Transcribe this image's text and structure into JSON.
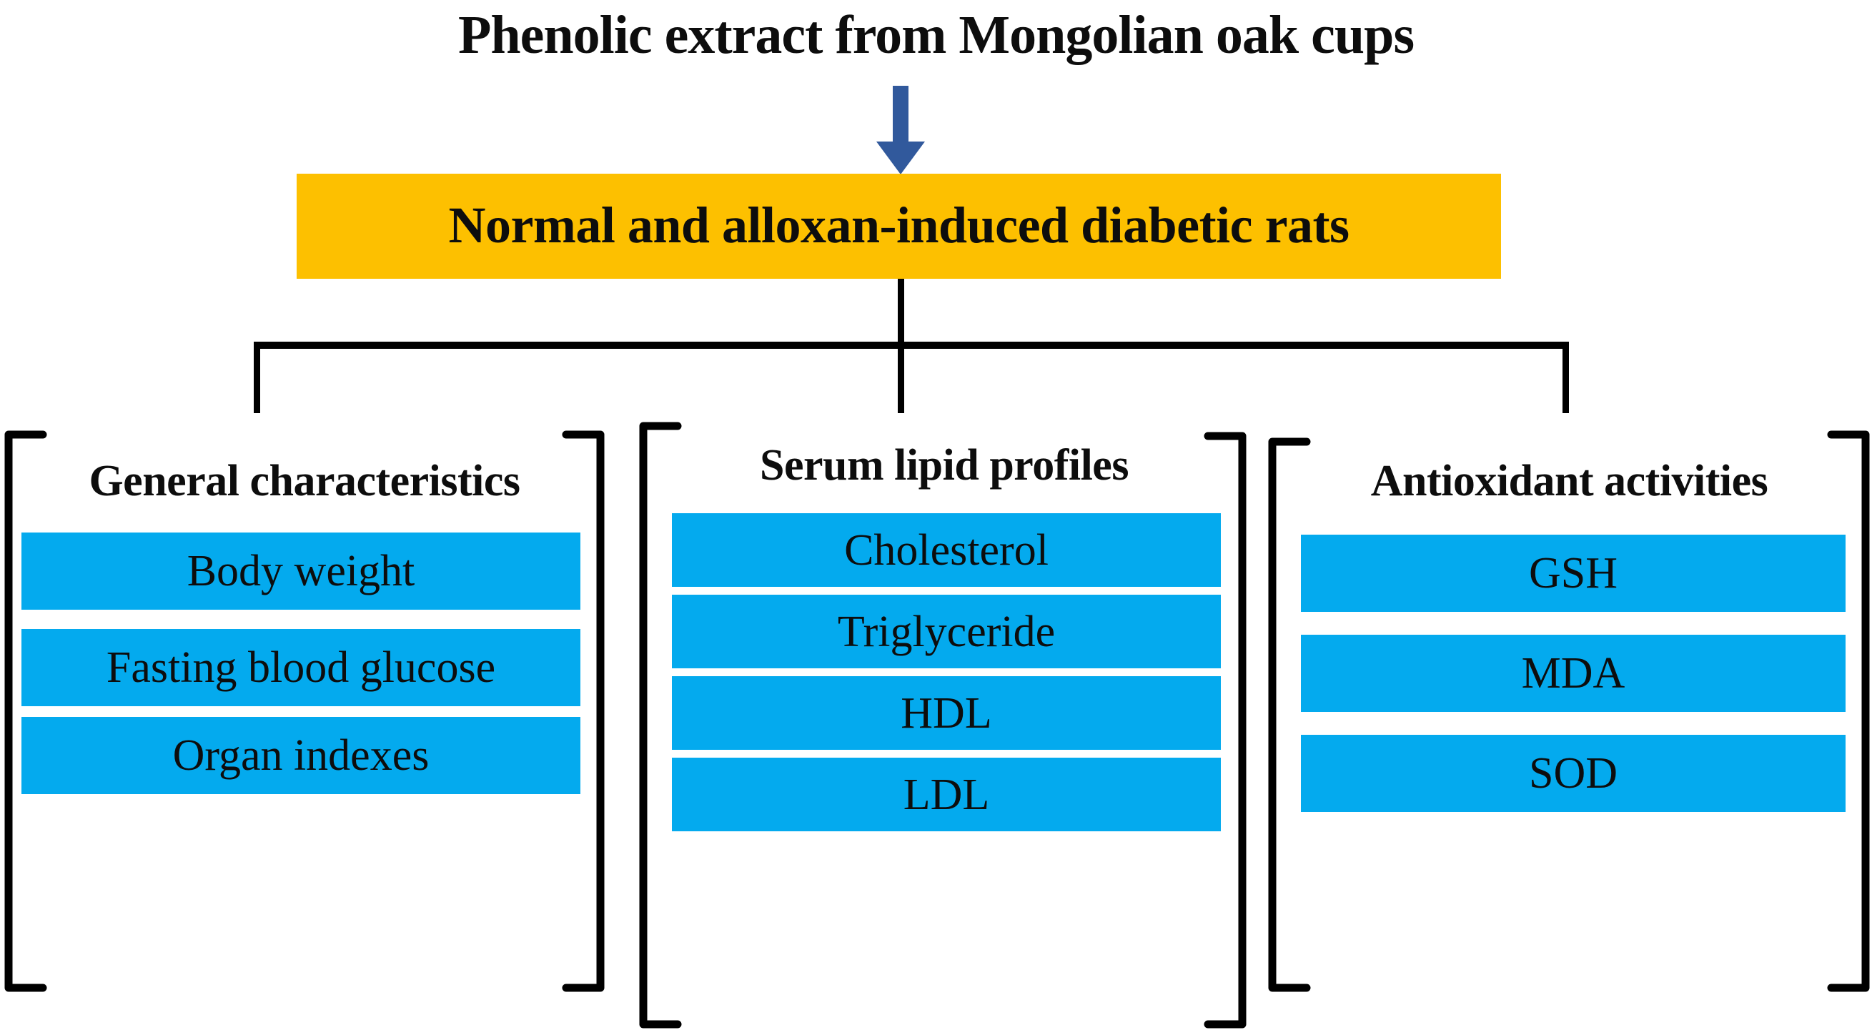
{
  "diagram": {
    "title": "Phenolic extract from Mongolian oak cups",
    "arrow": {
      "icon": "down-arrow-icon",
      "color": "#31599C"
    },
    "subject_box": {
      "label": "Normal and alloxan-induced diabetic rats",
      "color": "#FDC000"
    },
    "item_color": "#04AAEE",
    "groups": [
      {
        "title": "General characteristics",
        "items": [
          {
            "label": "Body weight"
          },
          {
            "label": "Fasting blood glucose"
          },
          {
            "label": "Organ indexes"
          }
        ]
      },
      {
        "title": "Serum lipid profiles",
        "items": [
          {
            "label": "Cholesterol"
          },
          {
            "label": "Triglyceride"
          },
          {
            "label": "HDL"
          },
          {
            "label": "LDL"
          }
        ]
      },
      {
        "title": "Antioxidant activities",
        "items": [
          {
            "label": "GSH"
          },
          {
            "label": "MDA"
          },
          {
            "label": "SOD"
          }
        ]
      }
    ]
  }
}
